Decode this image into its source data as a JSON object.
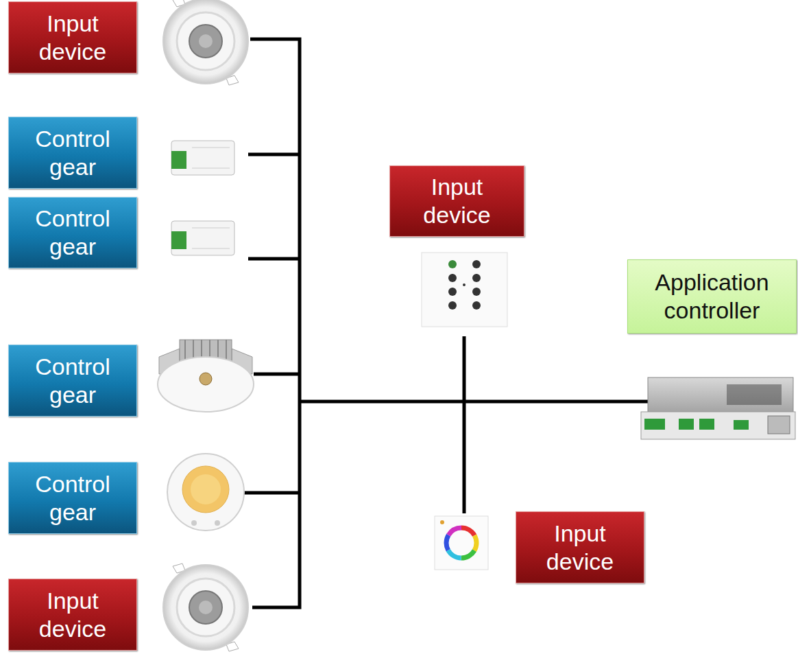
{
  "diagram": {
    "nodes": [
      {
        "text": [
          "Input device"
        ]
      },
      {
        "text": [
          "Control gear"
        ]
      },
      {
        "text": [
          "Control gear"
        ]
      },
      {
        "text": [
          "Control gear"
        ]
      },
      {
        "text": [
          "Control gear"
        ]
      },
      {
        "text": [
          "Input device"
        ]
      },
      {
        "text": [
          "Input device"
        ]
      },
      {
        "text": [
          "Application controller"
        ]
      },
      {
        "text": [
          "Input device"
        ]
      }
    ]
  }
}
